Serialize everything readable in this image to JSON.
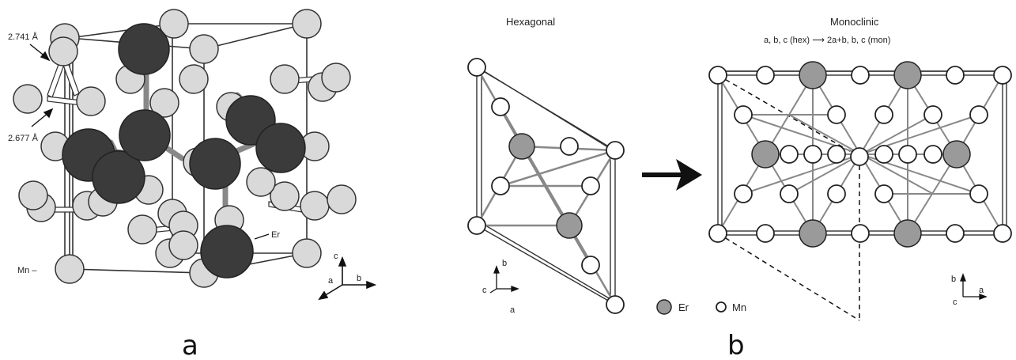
{
  "panel_a": {
    "label": "a",
    "dist_1": "2.741 Å",
    "dist_2": "2.677 Å",
    "mn_label": "Mn –",
    "er_label": "Er",
    "axes": {
      "c": "c",
      "a": "a",
      "b": "b"
    }
  },
  "panel_b": {
    "label": "b",
    "hex_title": "Hexagonal",
    "mono_title": "Monoclinic",
    "mono_subtitle": "a, b, c (hex) ⟶  2a+b, b, c (mon)",
    "hex_axes": {
      "b": "b",
      "c": "c",
      "a": "a"
    },
    "mono_axes": {
      "b": "b",
      "c": "c",
      "a": "a"
    },
    "legend": {
      "er": "Er",
      "mn": "Mn"
    }
  },
  "colors": {
    "er_dark": "#3b3b3b",
    "er_grey": "#9a9a9a",
    "mn_light": "#d9d9d9",
    "bond_grey": "#777777"
  }
}
